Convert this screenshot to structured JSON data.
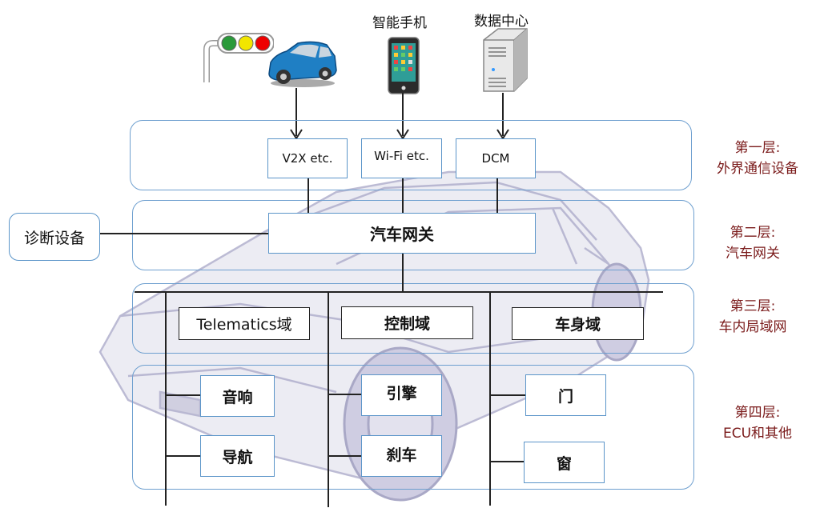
{
  "devices": {
    "smartphone_label": "智能手机",
    "datacenter_label": "数据中心"
  },
  "layer1": {
    "boxes": [
      "V2X etc.",
      "Wi-Fi etc.",
      "DCM"
    ],
    "side_title": "第一层:",
    "side_desc": "外界通信设备"
  },
  "layer2": {
    "gateway": "汽车网关",
    "diagnostic": "诊断设备",
    "side_title": "第二层:",
    "side_desc": "汽车网关"
  },
  "layer3": {
    "domains": [
      "Telematics域",
      "控制域",
      "车身域"
    ],
    "side_title": "第三层:",
    "side_desc": "车内局域网"
  },
  "layer4": {
    "ecus": {
      "telematics": [
        "音响",
        "导航"
      ],
      "control": [
        "引擎",
        "刹车"
      ],
      "body": [
        "门",
        "窗"
      ]
    },
    "side_title": "第四层:",
    "side_desc": "ECU和其他"
  },
  "colors": {
    "layer_border": "#6e9fcf",
    "side_label": "#7a1a1a",
    "car_watermark": "#d9d8e8"
  }
}
